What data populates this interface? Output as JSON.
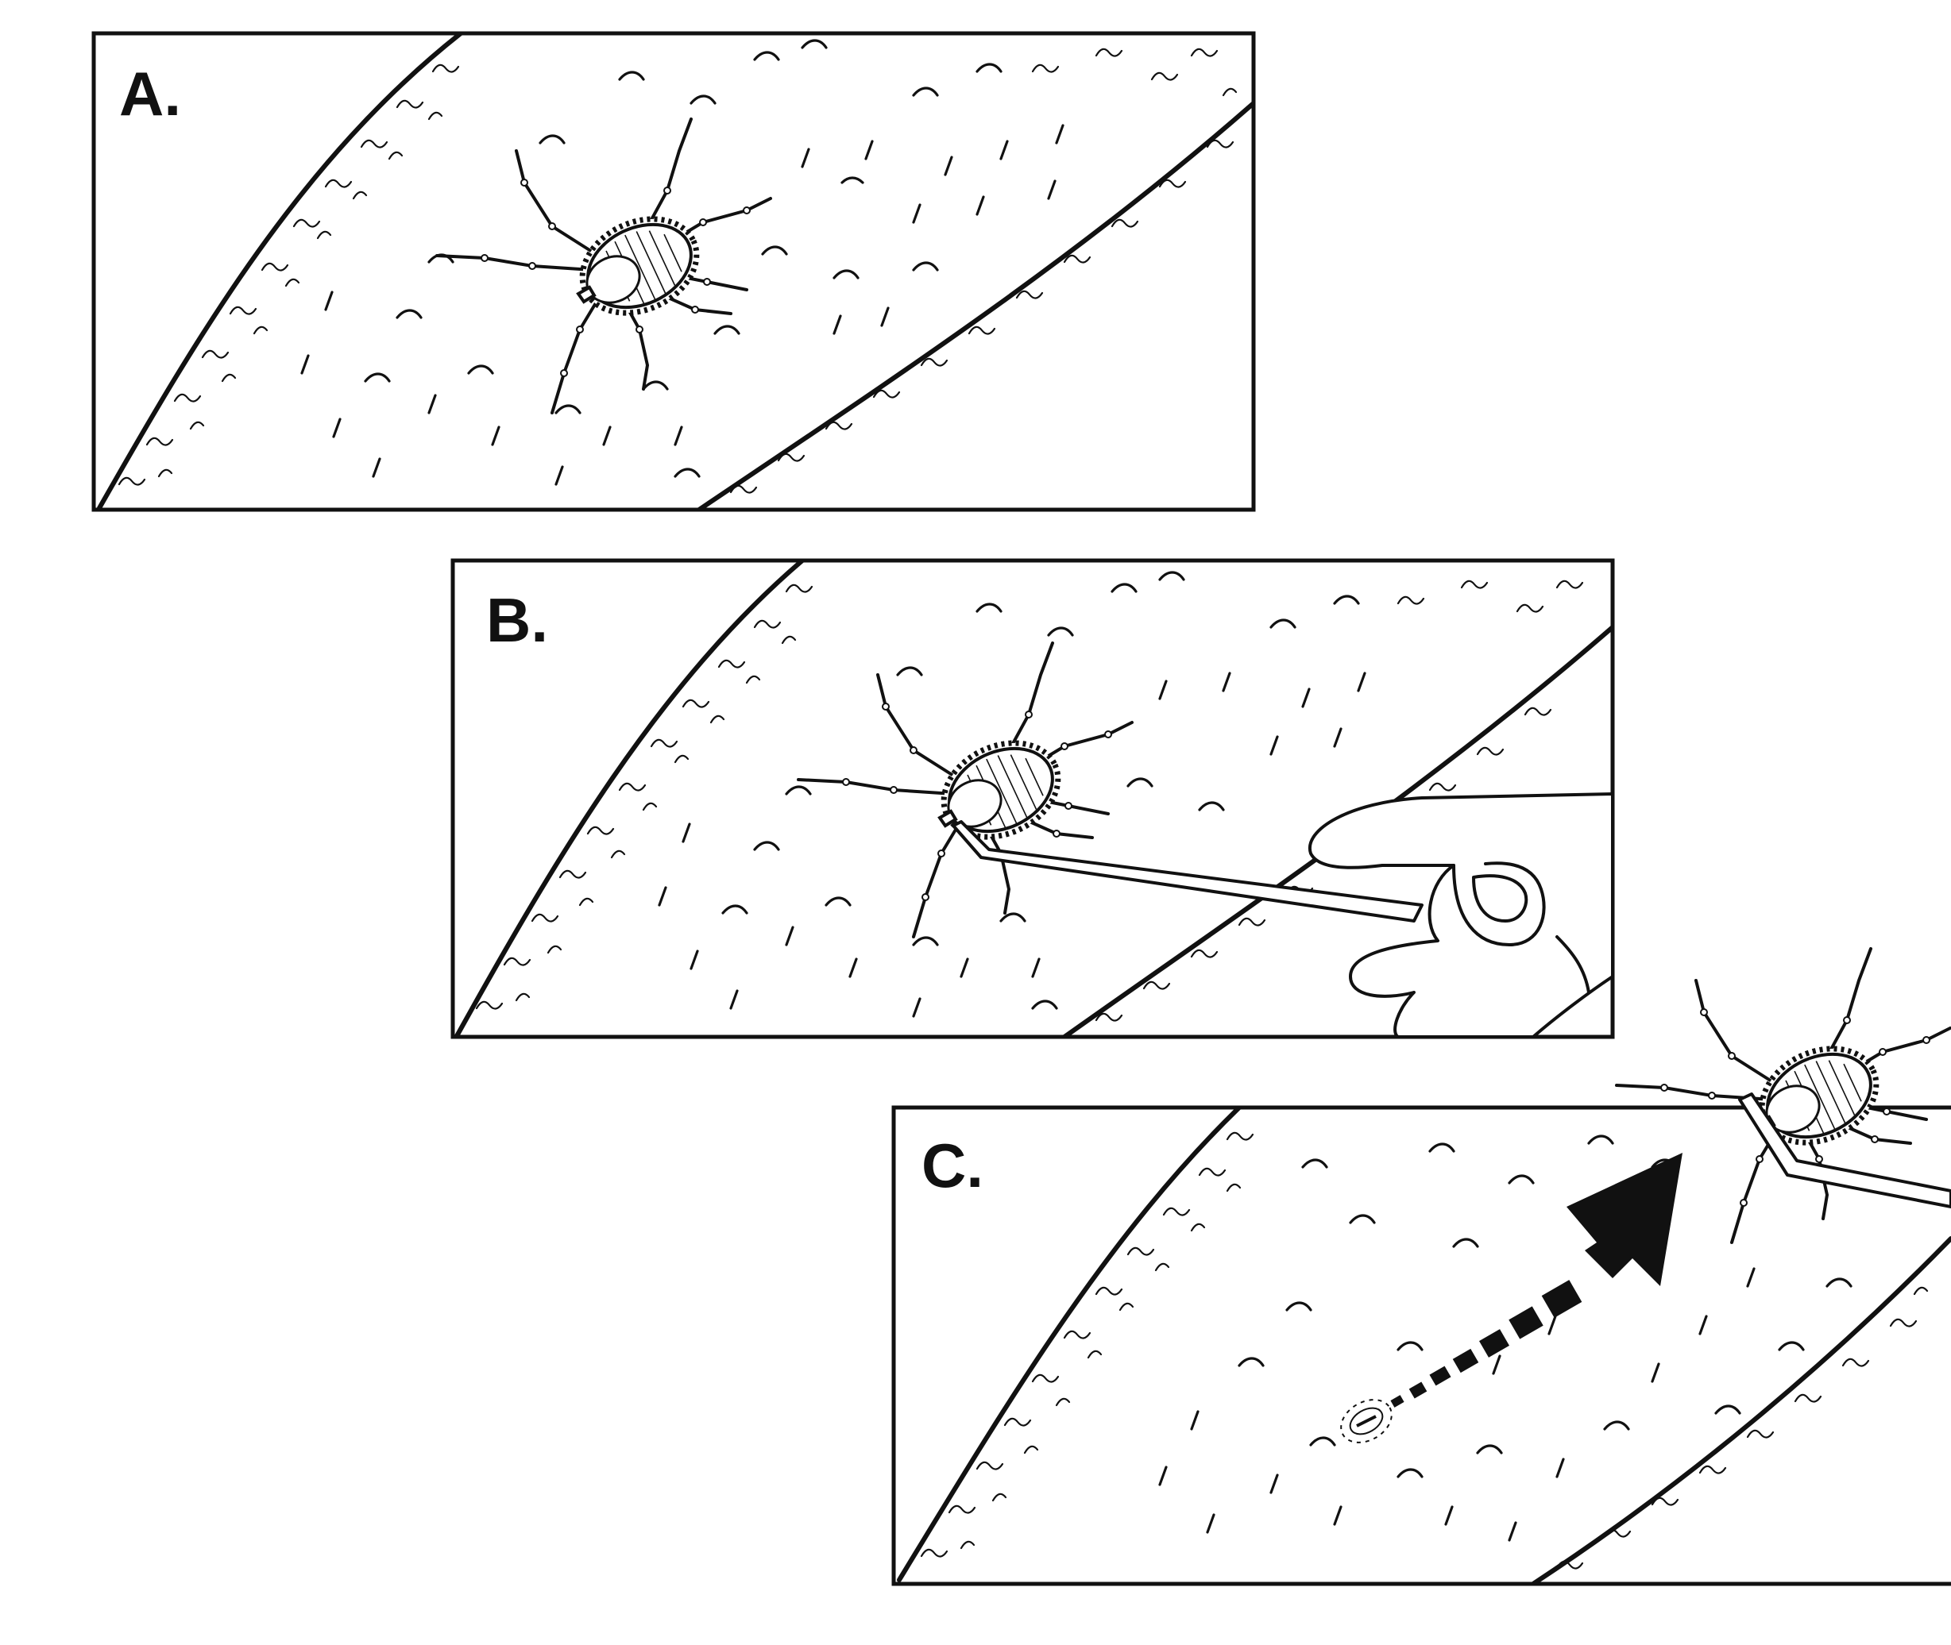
{
  "panels": [
    {
      "id": "a",
      "label": "A."
    },
    {
      "id": "b",
      "label": "B."
    },
    {
      "id": "c",
      "label": "C."
    }
  ],
  "icons": {
    "tick": "tick-icon",
    "tweezers": "tweezers-icon",
    "hand": "hand-icon",
    "arrow": "arrow-up-right-icon"
  },
  "colors": {
    "ink": "#111111",
    "paper": "#ffffff"
  }
}
